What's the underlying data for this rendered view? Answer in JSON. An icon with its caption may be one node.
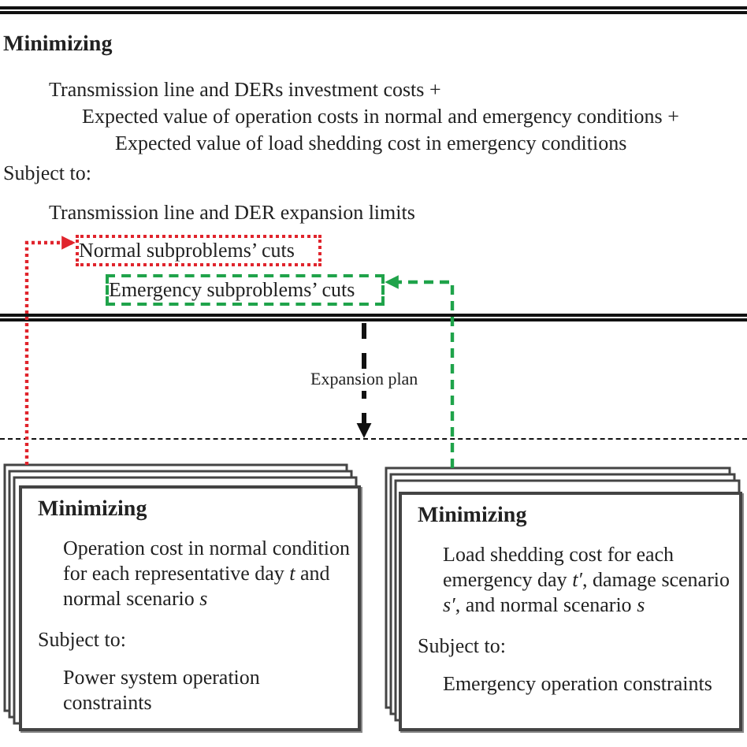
{
  "diagram": {
    "nodes": [
      {
        "text": [
          "Minimizing",
          "Transmission line and DERs investment costs +",
          "Expected value of operation costs in normal and emergency conditions +",
          "Expected value of load shedding cost in emergency conditions",
          "Subject to:",
          "Transmission line and DER expansion limits"
        ]
      },
      {
        "text": [
          "Normal subproblems’ cuts"
        ],
        "in": 0
      },
      {
        "text": [
          "Emergency subproblems’ cuts"
        ],
        "in": 0
      },
      {
        "text": [],
        "shape": "box"
      },
      {
        "text": [
          "Minimizing",
          "Operation cost in normal condition for each representative day *t* and normal scenario *s*",
          "Subject to:",
          "Power system operation constraints"
        ],
        "in": 3
      },
      {
        "text": [
          "Minimizing",
          "Load shedding cost for each emergency day *t′*, damage scenario *s′*, and normal scenario *s*",
          "Subject to:",
          "Emergency operation constraints"
        ],
        "in": 3
      }
    ],
    "edges": [
      {
        "from": 4,
        "to": 1,
        "arrow": "to",
        "style": "dashed",
        "color": "#e0242c"
      },
      {
        "from": 5,
        "to": 2,
        "arrow": "to",
        "style": "dashed",
        "color": "#1fa34a"
      },
      {
        "from": 0,
        "to": 3,
        "arrow": "to",
        "label": "Expansion plan",
        "style": "dashed",
        "color": "#111111"
      }
    ]
  }
}
